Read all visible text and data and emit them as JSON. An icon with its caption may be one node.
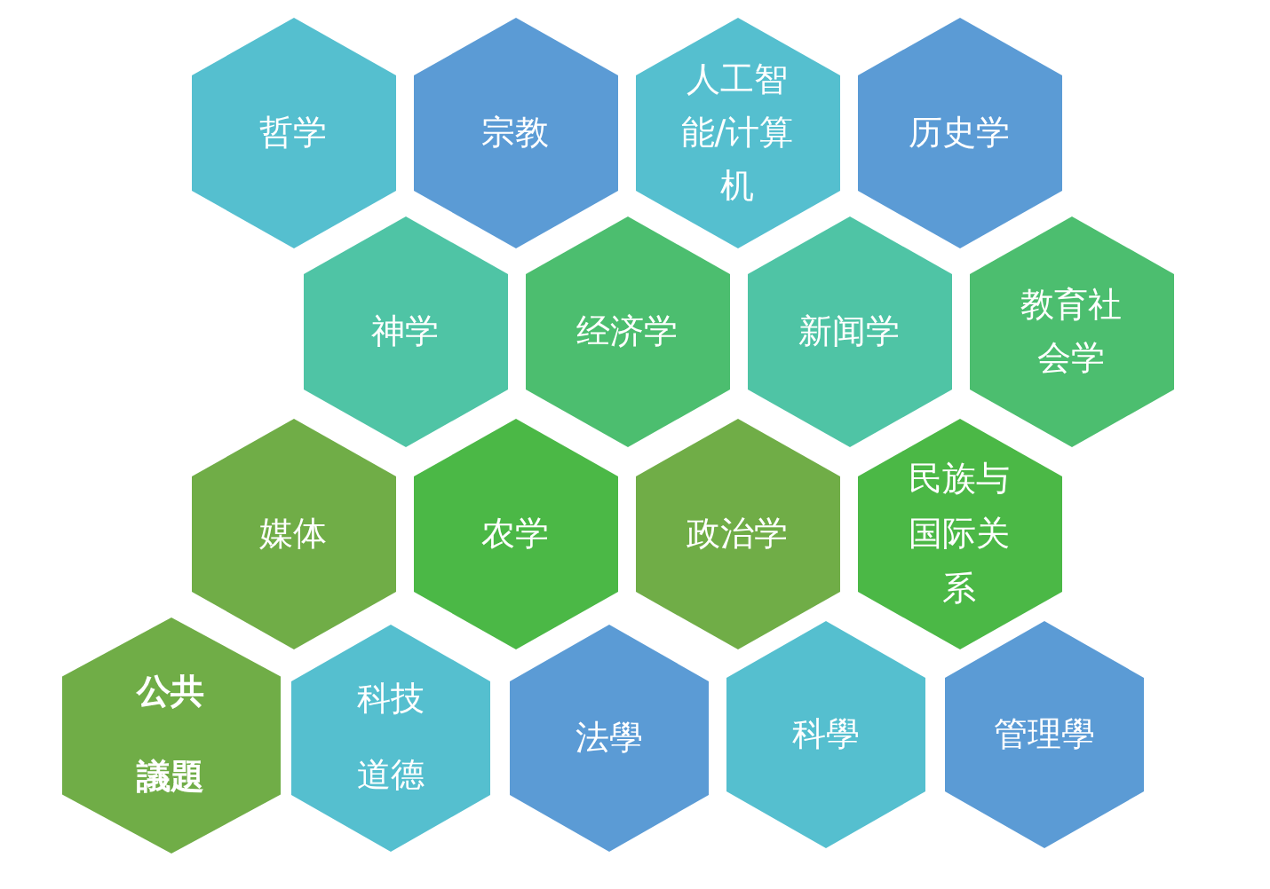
{
  "diagram": {
    "nodes": [
      {
        "text": [
          "哲学"
        ]
      },
      {
        "text": [
          "宗教"
        ]
      },
      {
        "text": [
          "人工智能/计算机"
        ]
      },
      {
        "text": [
          "历史学"
        ]
      },
      {
        "text": [
          "神学"
        ]
      },
      {
        "text": [
          "经济学"
        ]
      },
      {
        "text": [
          "新闻学"
        ]
      },
      {
        "text": [
          "教育社会学"
        ]
      },
      {
        "text": [
          "媒体"
        ]
      },
      {
        "text": [
          "农学"
        ]
      },
      {
        "text": [
          "政治学"
        ]
      },
      {
        "text": [
          "民族与国际关系"
        ]
      },
      {
        "text": [
          "公共議題"
        ]
      },
      {
        "text": [
          "科技道德"
        ]
      },
      {
        "text": [
          "法學"
        ]
      },
      {
        "text": [
          "科學"
        ]
      },
      {
        "text": [
          "管理學"
        ]
      }
    ]
  }
}
